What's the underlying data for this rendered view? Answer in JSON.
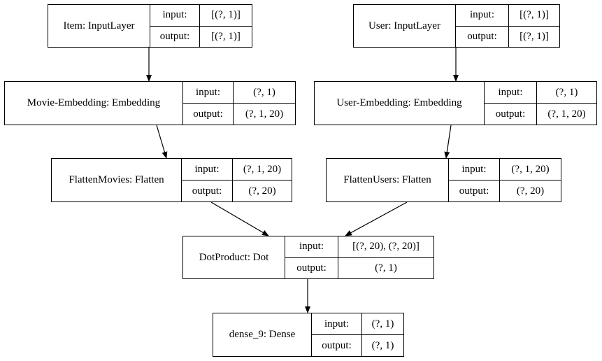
{
  "nodes": {
    "item_input": {
      "name": "Item: InputLayer",
      "input_label": "input:",
      "output_label": "output:",
      "input": "[(?, 1)]",
      "output": "[(?, 1)]"
    },
    "user_input": {
      "name": "User: InputLayer",
      "input_label": "input:",
      "output_label": "output:",
      "input": "[(?, 1)]",
      "output": "[(?, 1)]"
    },
    "movie_embedding": {
      "name": "Movie-Embedding: Embedding",
      "input_label": "input:",
      "output_label": "output:",
      "input": "(?, 1)",
      "output": "(?, 1, 20)"
    },
    "user_embedding": {
      "name": "User-Embedding: Embedding",
      "input_label": "input:",
      "output_label": "output:",
      "input": "(?, 1)",
      "output": "(?, 1, 20)"
    },
    "flatten_movies": {
      "name": "FlattenMovies: Flatten",
      "input_label": "input:",
      "output_label": "output:",
      "input": "(?, 1, 20)",
      "output": "(?, 20)"
    },
    "flatten_users": {
      "name": "FlattenUsers: Flatten",
      "input_label": "input:",
      "output_label": "output:",
      "input": "(?, 1, 20)",
      "output": "(?, 20)"
    },
    "dot_product": {
      "name": "DotProduct: Dot",
      "input_label": "input:",
      "output_label": "output:",
      "input": "[(?, 20), (?, 20)]",
      "output": "(?, 1)"
    },
    "dense_9": {
      "name": "dense_9: Dense",
      "input_label": "input:",
      "output_label": "output:",
      "input": "(?, 1)",
      "output": "(?, 1)"
    }
  },
  "edges": [
    {
      "from": "item_input",
      "to": "movie_embedding"
    },
    {
      "from": "user_input",
      "to": "user_embedding"
    },
    {
      "from": "movie_embedding",
      "to": "flatten_movies"
    },
    {
      "from": "user_embedding",
      "to": "flatten_users"
    },
    {
      "from": "flatten_movies",
      "to": "dot_product"
    },
    {
      "from": "flatten_users",
      "to": "dot_product"
    },
    {
      "from": "dot_product",
      "to": "dense_9"
    }
  ]
}
